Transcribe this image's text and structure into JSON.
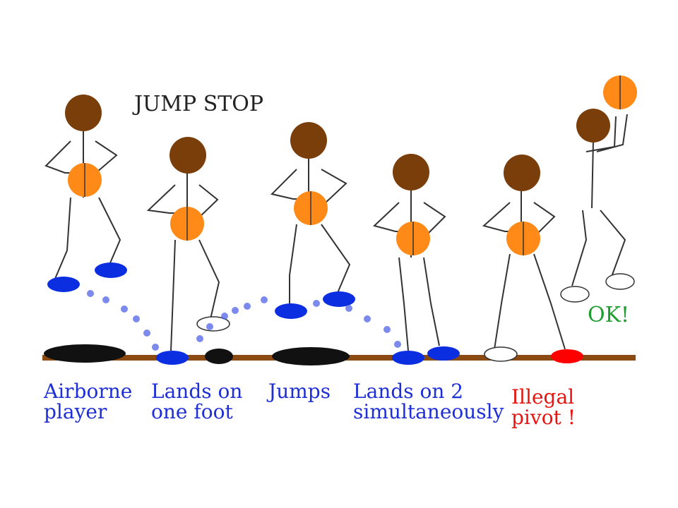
{
  "title": "JUMP STOP",
  "ok_text": "OK!",
  "labels": [
    {
      "line1": "Airborne",
      "line2": "player",
      "color": "#1f2fd6"
    },
    {
      "line1": "Lands on",
      "line2": "one foot",
      "color": "#1f2fd6"
    },
    {
      "line1": "Jumps",
      "line2": "",
      "color": "#1f2fd6"
    },
    {
      "line1": "Lands on 2",
      "line2": "simultaneously",
      "color": "#1f2fd6"
    },
    {
      "line1": "Illegal",
      "line2": "pivot !",
      "color": "#e8140f"
    }
  ],
  "colors": {
    "head": "#7a3e0a",
    "ball": "#ff8a17",
    "foot_blue": "#0b2ee0",
    "foot_red": "#ff0000",
    "floor": "#8a4a12",
    "ok": "#1e9e2e",
    "title": "#222222",
    "line": "#333333"
  }
}
